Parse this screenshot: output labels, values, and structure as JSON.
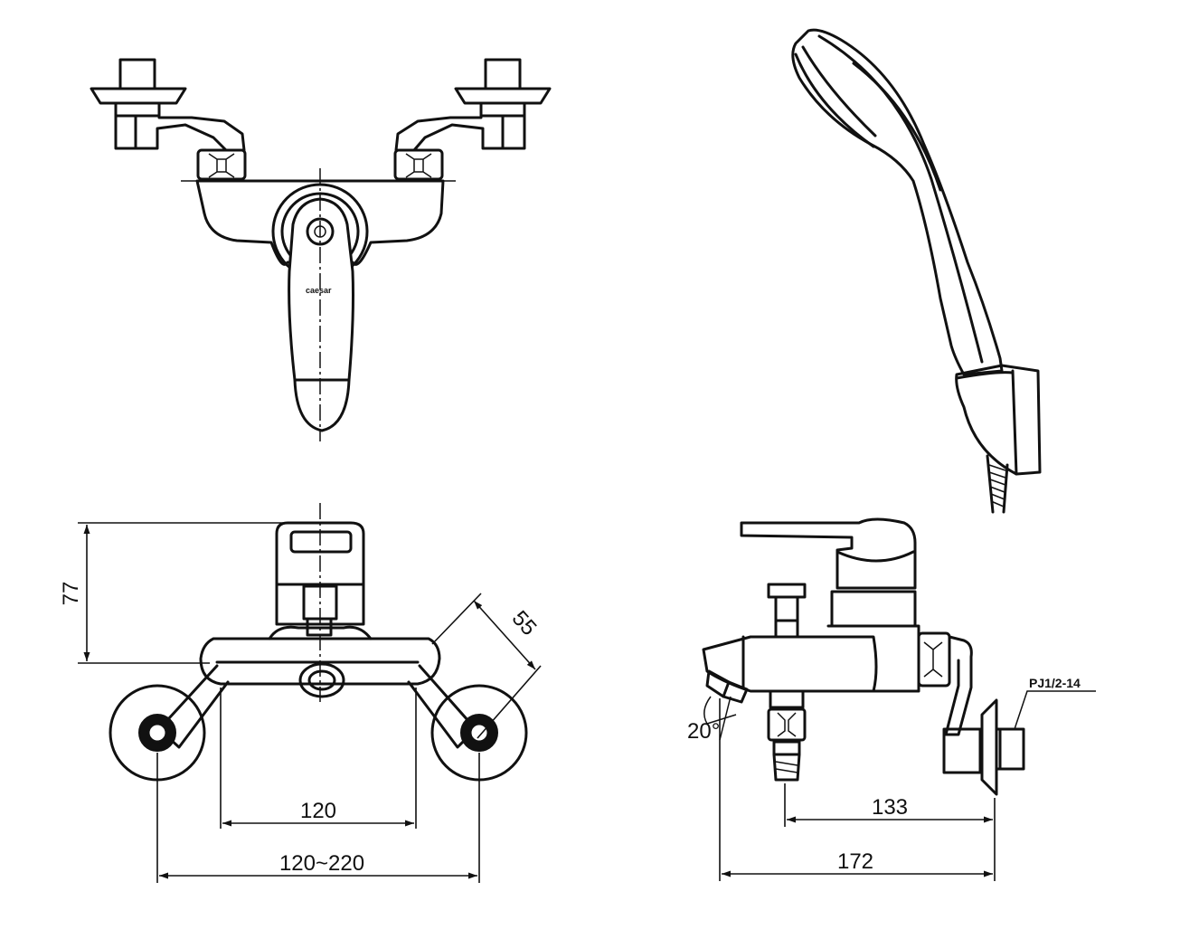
{
  "drawing": {
    "dimensions": {
      "height_77": "77",
      "depth_55": "55",
      "span_120": "120",
      "span_adjustable": "120~220",
      "outlet_133": "133",
      "overall_172": "172",
      "angle_20": "20°",
      "thread_spec": "PJ1/2-14"
    },
    "brand_mark": "caesar"
  }
}
